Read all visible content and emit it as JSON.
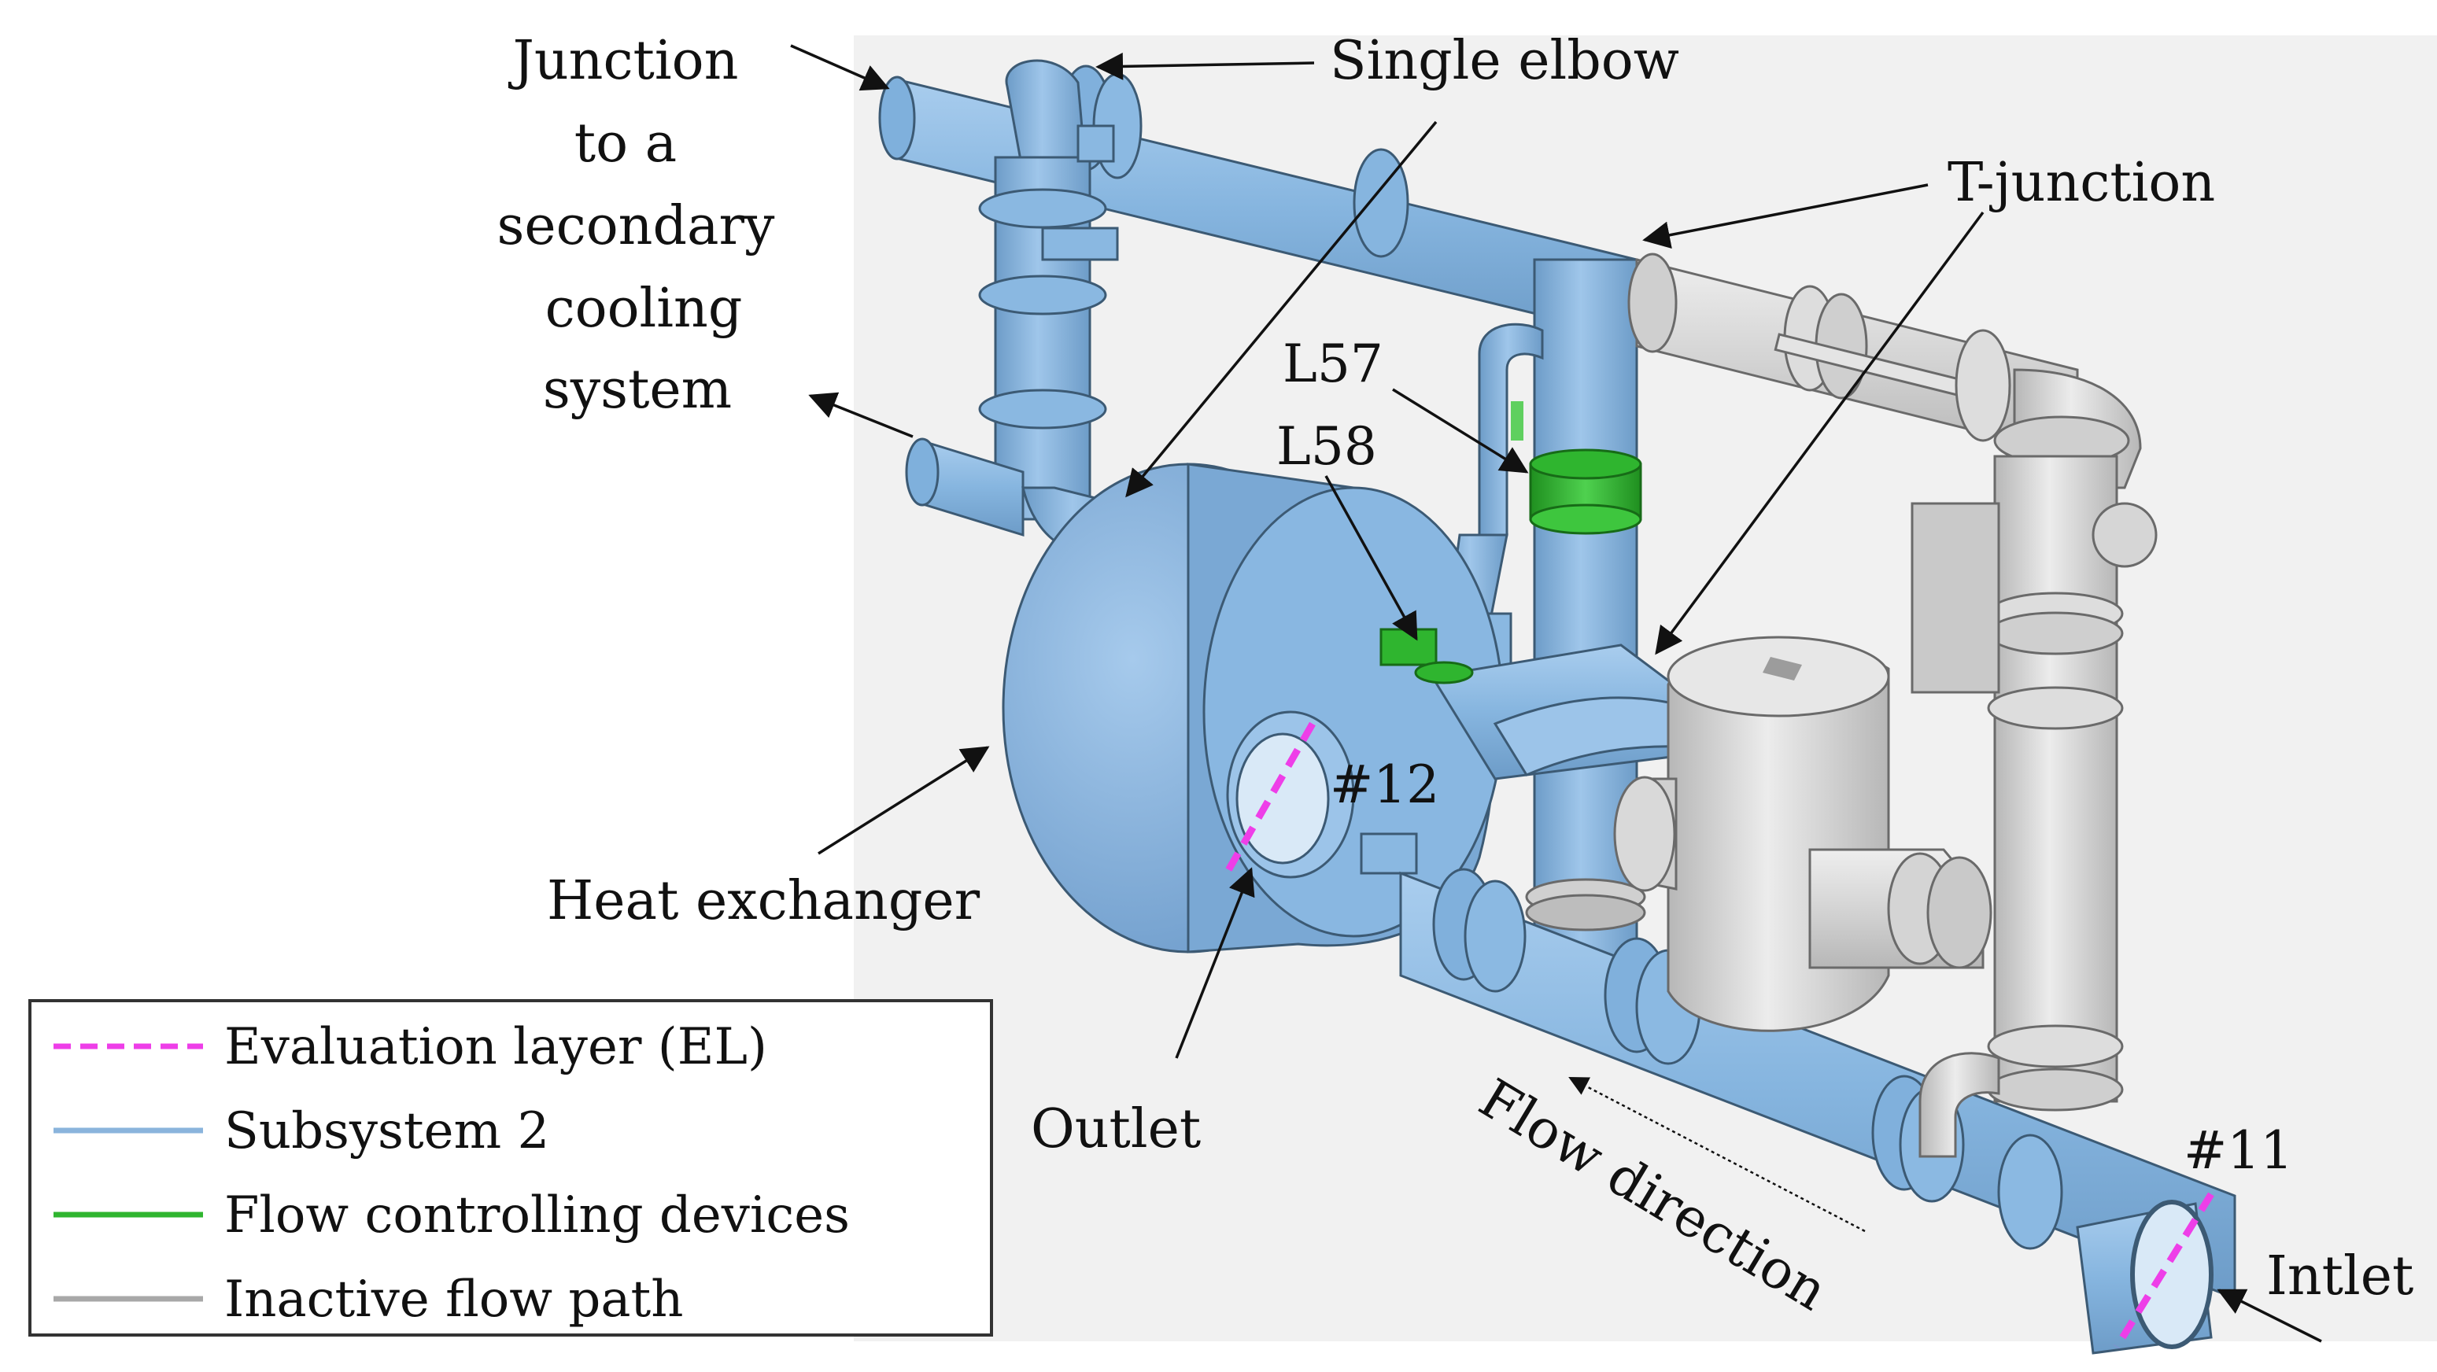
{
  "labels": {
    "junction": [
      "Junction",
      "to a",
      "secondary",
      "cooling",
      "system"
    ],
    "single_elbow": "Single elbow",
    "t_junction": "T-junction",
    "l57": "L57",
    "l58": "L58",
    "heat_exchanger": "Heat exchanger",
    "el_12": "#12",
    "el_11": "#11",
    "outlet": "Outlet",
    "flow_direction": "Flow direction",
    "inlet": "Intlet"
  },
  "legend": {
    "items": [
      {
        "label": "Evaluation layer (EL)",
        "color": "#ee3ee8",
        "style": "dashed"
      },
      {
        "label": "Subsystem 2",
        "color": "#8ab4dc",
        "style": "solid"
      },
      {
        "label": "Flow controlling devices",
        "color": "#2fb52f",
        "style": "solid"
      },
      {
        "label": "Inactive flow path",
        "color": "#a8a8a8",
        "style": "solid"
      }
    ]
  },
  "colors": {
    "subsystem_pipe": "#86b5df",
    "subsystem_shade": "#6d9cc8",
    "inactive_pipe": "#d4d4d4",
    "inactive_shade": "#b7b7b7",
    "flow_device": "#34b534",
    "eval_layer": "#ee3ee8",
    "background_panel": "#f1f1f1"
  }
}
